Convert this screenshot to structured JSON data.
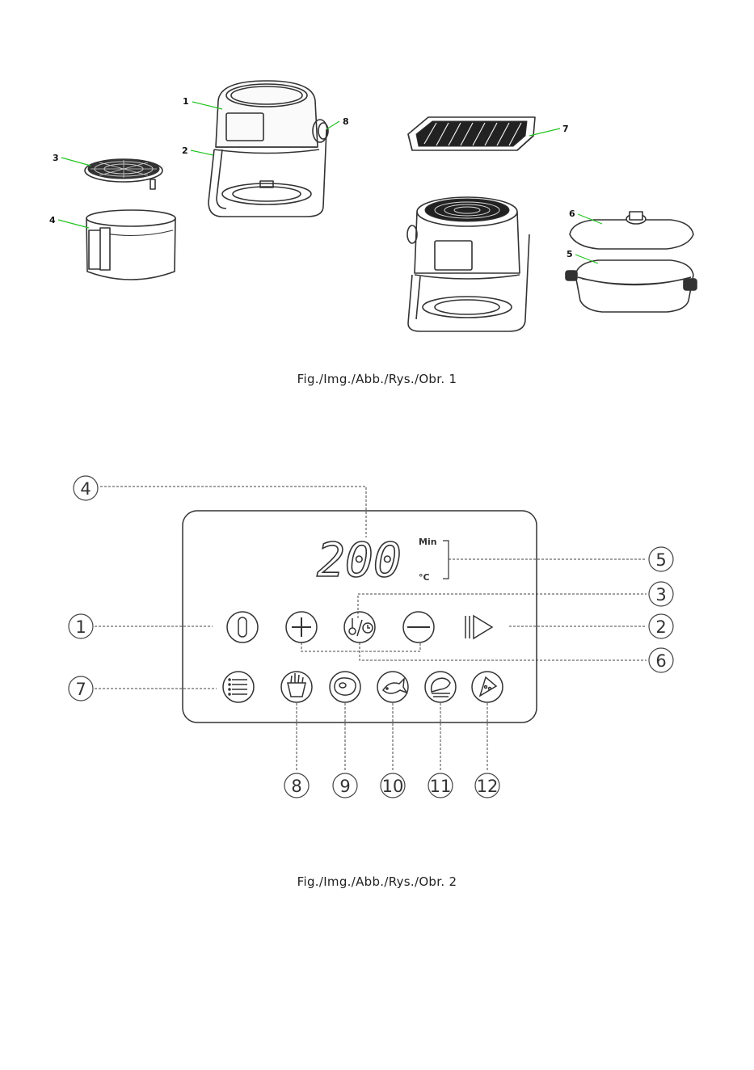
{
  "figure1": {
    "caption": "Fig./Img./Abb./Rys./Obr. 1",
    "parts": [
      "1",
      "2",
      "3",
      "4",
      "5",
      "6",
      "7",
      "8"
    ]
  },
  "figure2": {
    "caption": "Fig./Img./Abb./Rys./Obr. 2",
    "display": {
      "digits": "200",
      "unit_time": "Min",
      "unit_temp": "°C"
    },
    "callouts": [
      "1",
      "2",
      "3",
      "4",
      "5",
      "6",
      "7",
      "8",
      "9",
      "10",
      "11",
      "12"
    ],
    "buttons": [
      "power-icon",
      "plus-icon",
      "temperature-timer-icon",
      "minus-icon",
      "start-icon",
      "menu-icon",
      "fries-icon",
      "steak-icon",
      "fish-icon",
      "chicken-icon",
      "pizza-icon"
    ]
  }
}
